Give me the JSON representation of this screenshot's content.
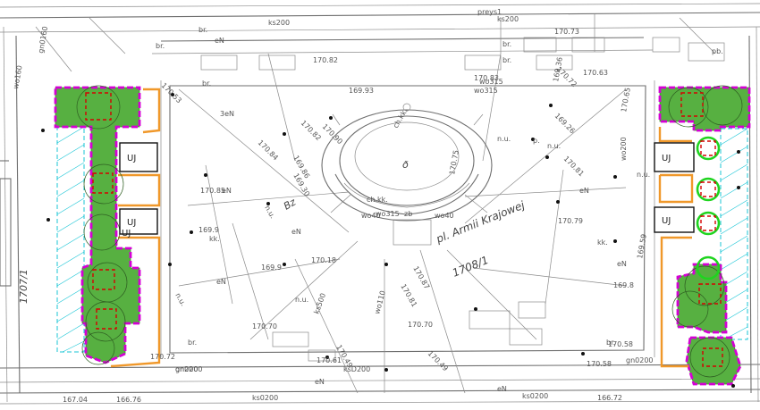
{
  "square_name": "pl. Armii Krajowej",
  "parcel_number": "1708/1",
  "left_parcel_number": "1707/1",
  "zone_code": "Bz",
  "monument_symbol": "ð",
  "uj_labels": [
    "UJ",
    "UJ",
    "UJ",
    "UJ",
    "UJ"
  ],
  "top_labels": [
    "preys1",
    "ks200",
    "ks200",
    "br.",
    "br.",
    "br.",
    "pb.",
    "ch.kk.",
    "ch.kk.",
    "wo315",
    "gn200"
  ],
  "elevations": [
    "170.82",
    "170.83",
    "169.93",
    "170.73",
    "170.72",
    "170.63",
    "170.65",
    "170.53",
    "170.82",
    "170.90",
    "169.30",
    "170.84",
    "169.86",
    "170.85",
    "169.9",
    "169.9",
    "170.18",
    "170.87",
    "170.81",
    "170.70",
    "170.70",
    "170.61",
    "170.49",
    "170.49",
    "170.72",
    "170.58",
    "170.79",
    "170.81",
    "169.8",
    "170.58",
    "167.04",
    "166.76",
    "166.72",
    "169.26",
    "169.36",
    "170.75",
    "169.59"
  ],
  "bottom_labels": [
    "ks0200",
    "ks0200",
    "gn0200",
    "gn0200",
    "gn0160",
    "wo315",
    "wo315",
    "wo160",
    "wo200",
    "ksD200",
    "ks500",
    "wo110"
  ],
  "network_labels": [
    "eN",
    "eN",
    "eN",
    "eN",
    "eN",
    "eN",
    "eN",
    "eN",
    "3eN",
    "kk.",
    "kk.",
    "n.u.",
    "n.u.",
    "n.u.",
    "n.u.",
    "n.u.",
    "n.u.",
    "zb",
    "wo40",
    "wo40",
    "br.",
    "br.",
    "br.",
    "br.",
    "p."
  ],
  "colors": {
    "planting": "#57b041",
    "boundary": "#d400d4",
    "curb": "#f0982a",
    "tree_marker": "#d60000",
    "water_area": "#19c6d6",
    "new_tree": "#1fd41f"
  }
}
